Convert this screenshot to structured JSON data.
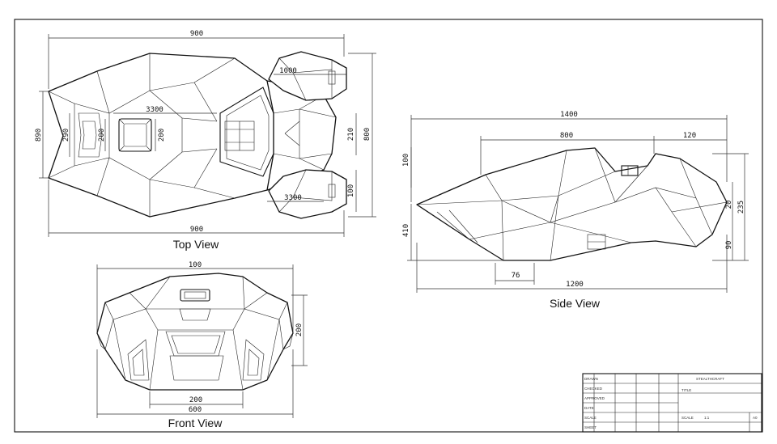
{
  "views": {
    "top": {
      "label": "Top View"
    },
    "side": {
      "label": "Side View"
    },
    "front": {
      "label": "Front View"
    }
  },
  "dims": {
    "top": {
      "width_top": "900",
      "width_bottom": "900",
      "pod_width": "1000",
      "inner_upper": "3300",
      "inner_lower": "3300",
      "left_height": "890",
      "left_inner": "290",
      "left_small": "200",
      "center_small": "200",
      "right_inner": "210",
      "right_total": "800",
      "right_lower": "100"
    },
    "side": {
      "overall": "1400",
      "upper": "800",
      "rear_offset": "120",
      "left_upper": "100",
      "left_total": "410",
      "right_upper": "20",
      "right_total": "235",
      "right_lower": "90",
      "bottom_short": "76",
      "bottom_overall": "1200"
    },
    "front": {
      "top": "100",
      "right": "200",
      "bottom_inner": "200",
      "bottom_outer": "600"
    }
  },
  "title_block": {
    "rows": [
      "DRAWN",
      "CHECKED",
      "APPROVED",
      "DATE",
      "SCALE",
      "SHEET"
    ],
    "title_label": "TITLE",
    "title_value": "STEALTHCRAFT",
    "scale_label": "SCALE",
    "scale_value": "1:1",
    "rev": "A0"
  },
  "colors": {
    "ink": "#111111",
    "paper": "#ffffff"
  }
}
